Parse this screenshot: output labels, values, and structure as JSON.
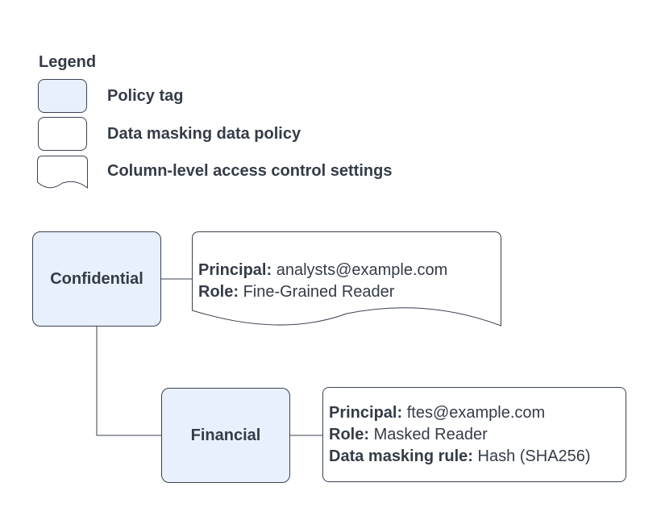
{
  "colors": {
    "policy_tag_fill": "#e8f0fe",
    "shape_fill": "#ffffff",
    "stroke": "#3a4351",
    "text": "#343c48",
    "background": "#ffffff"
  },
  "legend": {
    "title": "Legend",
    "items": [
      {
        "shape": "policy-tag",
        "label": "Policy tag"
      },
      {
        "shape": "data-masking-data-policy",
        "label": "Data masking data policy"
      },
      {
        "shape": "column-level-access-control-settings",
        "label": "Column-level access control settings"
      }
    ]
  },
  "diagram": {
    "policy_tags": {
      "confidential": {
        "label": "Confidential"
      },
      "financial": {
        "label": "Financial"
      }
    },
    "column_access_settings": {
      "principal_label": "Principal:",
      "principal_value": "analysts@example.com",
      "role_label": "Role:",
      "role_value": "Fine-Grained Reader"
    },
    "data_masking_policy": {
      "principal_label": "Principal:",
      "principal_value": "ftes@example.com",
      "role_label": "Role:",
      "role_value": "Masked Reader",
      "rule_label": "Data masking rule:",
      "rule_value": "Hash (SHA256)"
    }
  }
}
